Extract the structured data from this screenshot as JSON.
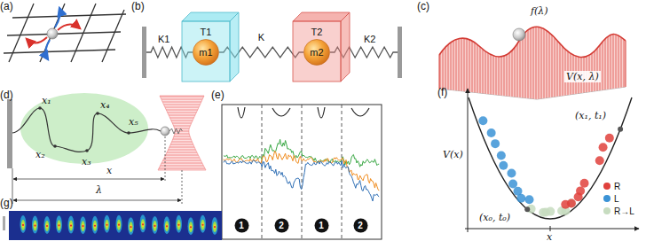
{
  "diagram": {
    "nodes": [
      {
        "text": [
          "T1"
        ]
      },
      {
        "text": [
          "m1"
        ],
        "in": 0
      },
      {
        "text": [
          "T2"
        ]
      },
      {
        "text": [
          "m2"
        ],
        "in": 2
      },
      {
        "text": [
          "1"
        ]
      },
      {
        "text": [
          "2"
        ]
      },
      {
        "text": [
          "1"
        ]
      },
      {
        "text": [
          "2"
        ]
      }
    ],
    "edges": [
      {
        "from": 1,
        "to": 3,
        "label": "K",
        "arrow": "none"
      }
    ],
    "labels": [
      "(a)",
      "(b)",
      "K1",
      "K2",
      "(c)",
      "f(λ)",
      "V(x, λ)",
      "(d)",
      "x₁",
      "x₂",
      "x₃",
      "x₄",
      "x₅",
      "x",
      "λ",
      "(e)",
      "(f)",
      "V(x)",
      "(x₁, t₁)",
      "(x₀, t₀)",
      "x",
      "(g)"
    ],
    "legend": [
      {
        "text": "R",
        "color": "#e0413c"
      },
      {
        "text": "L",
        "color": "#3b93d6"
      },
      {
        "text": "R→L",
        "color": "#c7dcc0"
      }
    ]
  }
}
